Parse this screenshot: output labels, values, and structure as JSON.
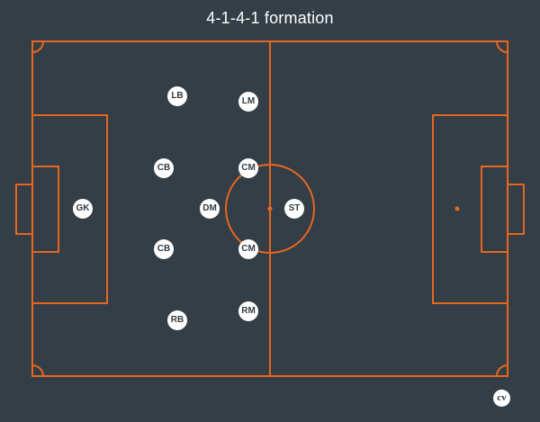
{
  "title": "4-1-4-1 formation",
  "colors": {
    "background": "#333e46",
    "lines": "#e8661f",
    "player_fill": "#ffffff",
    "player_text": "#333e46"
  },
  "players": [
    {
      "id": "gk",
      "label": "GK"
    },
    {
      "id": "lb",
      "label": "LB"
    },
    {
      "id": "cb-top",
      "label": "CB"
    },
    {
      "id": "cb-bottom",
      "label": "CB"
    },
    {
      "id": "rb",
      "label": "RB"
    },
    {
      "id": "dm",
      "label": "DM"
    },
    {
      "id": "lm",
      "label": "LM"
    },
    {
      "id": "cm-top",
      "label": "CM"
    },
    {
      "id": "cm-bottom",
      "label": "CM"
    },
    {
      "id": "rm",
      "label": "RM"
    },
    {
      "id": "st",
      "label": "ST"
    }
  ],
  "logo": {
    "text": "cv"
  }
}
